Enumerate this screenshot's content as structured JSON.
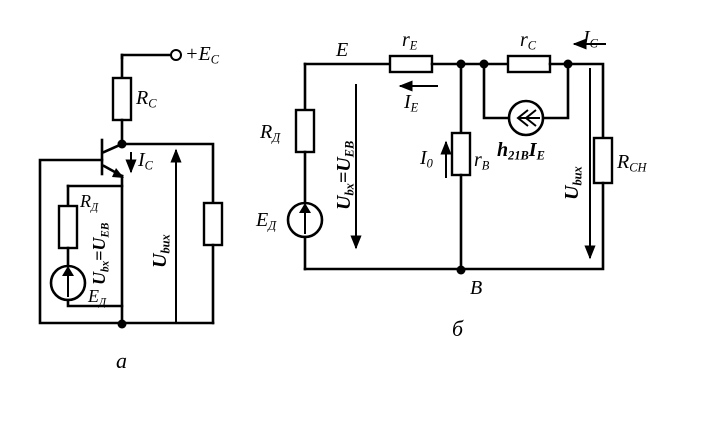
{
  "fig_a": {
    "caption": "а",
    "supply": "+E",
    "supply_sub": "C",
    "rc": "R",
    "rc_sub": "C",
    "ic": "I",
    "ic_sub": "C",
    "rd": "R",
    "rd_sub": "Д",
    "ed": "E",
    "ed_sub": "Д",
    "uin": "U",
    "uin_sub": "bx",
    "uin_eq": "=U",
    "uin_eq_sub": "EB",
    "uout": "U",
    "uout_sub": "bux"
  },
  "fig_b": {
    "caption": "б",
    "node_e": "E",
    "node_b": "B",
    "re": "r",
    "re_sub": "E",
    "ie": "I",
    "ie_sub": "E",
    "rc": "r",
    "rc_sub": "C",
    "ic": "I",
    "ic_sub": "C",
    "rd": "R",
    "rd_sub": "Д",
    "ed": "E",
    "ed_sub": "Д",
    "uin": "U",
    "uin_sub": "bx",
    "uin_eq": "=U",
    "uin_eq_sub": "EB",
    "i0": "I",
    "i0_sub": "0",
    "rb": "r",
    "rb_sub": "B",
    "gen": "h",
    "gen_sub": "21B",
    "gen_i": "I",
    "gen_i_sub": "E",
    "uout": "U",
    "uout_sub": "bux",
    "rload": "R",
    "rload_sub": "CH"
  }
}
